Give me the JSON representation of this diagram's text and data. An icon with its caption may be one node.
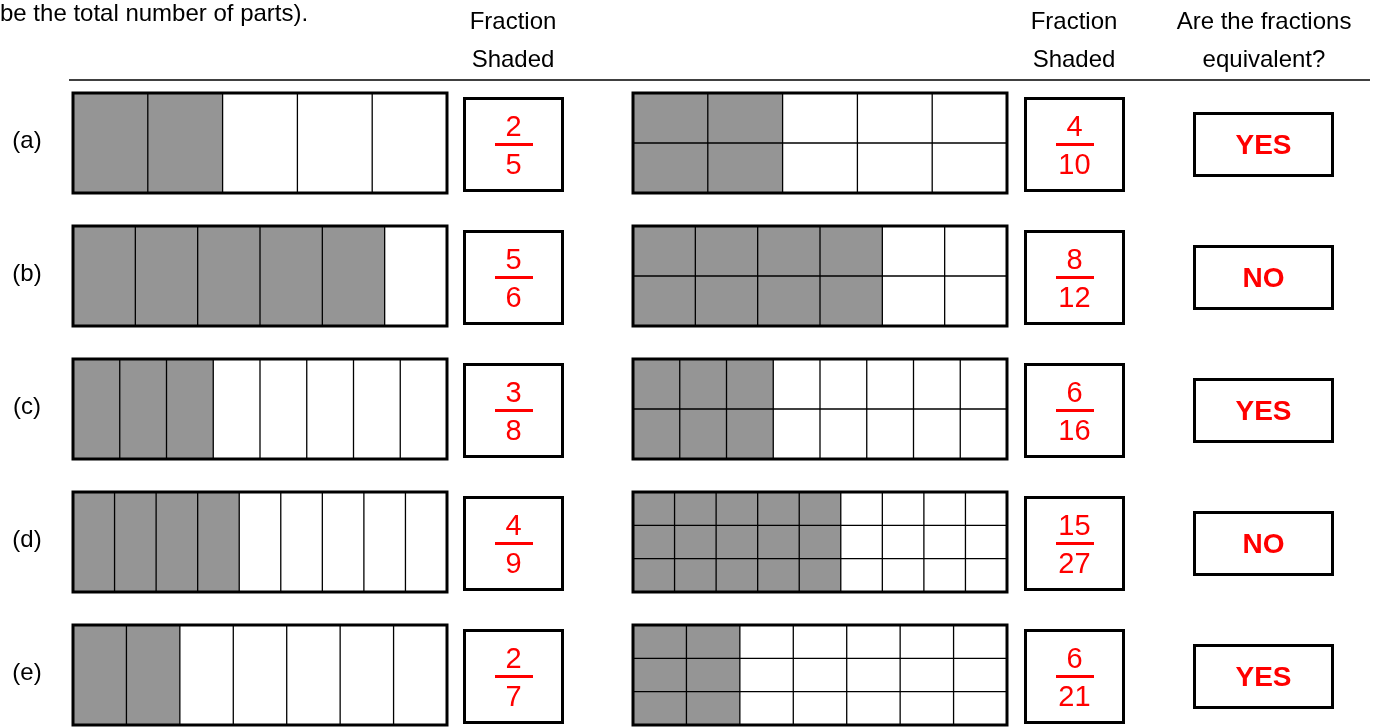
{
  "diagram": {
    "nodes": [
      {
        "text": [
          "2",
          "5"
        ]
      },
      {
        "text": [
          "4",
          "10"
        ]
      },
      {
        "text": [
          "YES"
        ]
      },
      {
        "text": [
          "5",
          "6"
        ]
      },
      {
        "text": [
          "8",
          "12"
        ]
      },
      {
        "text": [
          "NO"
        ]
      },
      {
        "text": [
          "3",
          "8"
        ]
      },
      {
        "text": [
          "6",
          "16"
        ]
      },
      {
        "text": [
          "YES"
        ]
      },
      {
        "text": [
          "4",
          "9"
        ]
      },
      {
        "text": [
          "15",
          "27"
        ]
      },
      {
        "text": [
          "NO"
        ]
      },
      {
        "text": [
          "2",
          "7"
        ]
      },
      {
        "text": [
          "6",
          "21"
        ]
      },
      {
        "text": [
          "YES"
        ]
      }
    ],
    "labels": [
      "be the total number of parts).",
      "Fraction Shaded",
      "Fraction Shaded",
      "Are the fractions equivalent?",
      "(a)",
      "(b)",
      "(c)",
      "(d)",
      "(e)"
    ]
  }
}
